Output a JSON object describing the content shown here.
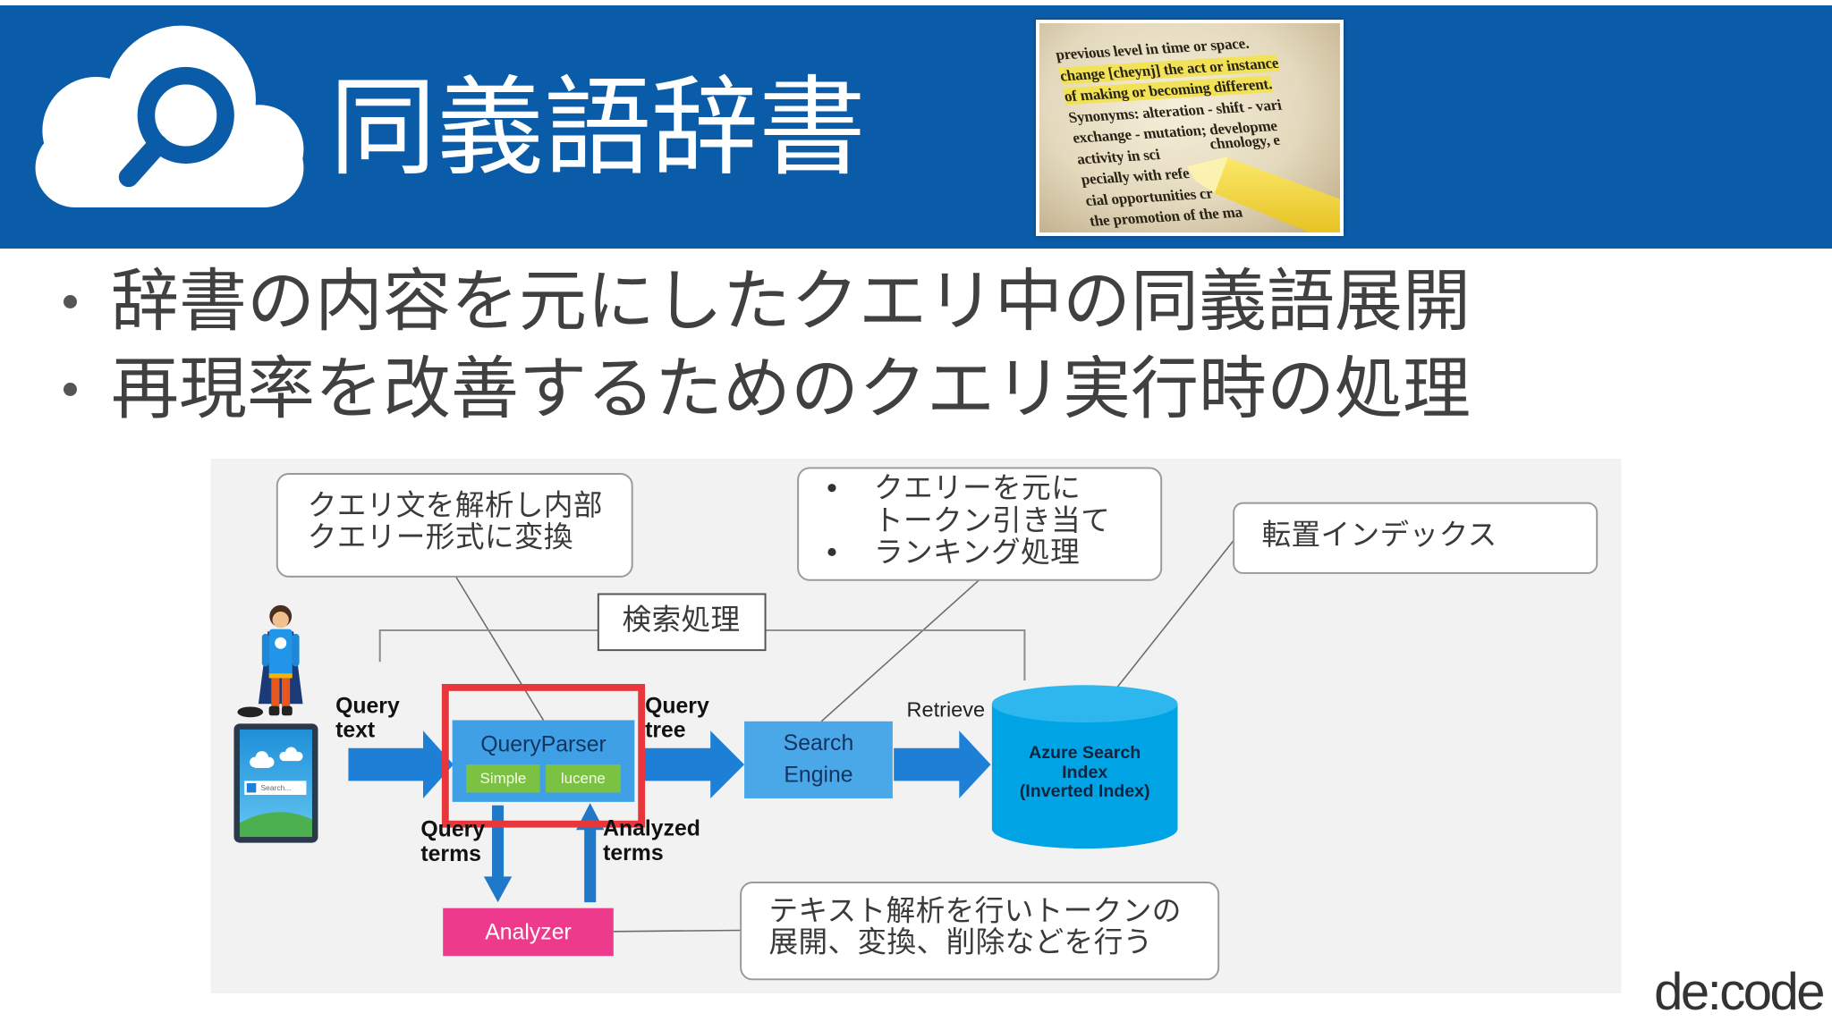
{
  "slide": {
    "title": "同義語辞書",
    "bullets": [
      "辞書の内容を元にしたクエリ中の同義語展開",
      "再現率を改善するためのクエリ実行時の処理"
    ],
    "logo": "de:code"
  },
  "header_photo": {
    "lines": [
      {
        "text": "previous level in time or space."
      },
      {
        "text": "change [cheynj] the act or instance",
        "highlighted": true
      },
      {
        "text": "of making or becoming different.",
        "highlighted": true
      },
      {
        "text": "Synonyms: alteration - shift - vari"
      },
      {
        "text": "exchange - mutation; developme"
      },
      {
        "text": "activity in sci",
        "tail": "chnology, e"
      },
      {
        "text": "pecially with refe"
      },
      {
        "text": "cial opportunities cr"
      },
      {
        "text": "the promotion of the ma"
      }
    ]
  },
  "diagram": {
    "parser_callout": [
      "クエリ文を解析し内部",
      "クエリー形式に変換"
    ],
    "engine_callout": [
      [
        "クエリーを元に",
        "トークン引き当て"
      ],
      [
        "ランキング処理"
      ]
    ],
    "index_callout": "転置インデックス",
    "analyzer_callout": [
      "テキスト解析を行いトークンの",
      "展開、変換、削除などを行う"
    ],
    "search_processing_label": "検索処理",
    "query_text_label": [
      "Query",
      "text"
    ],
    "query_tree_label": [
      "Query",
      "tree"
    ],
    "query_terms_label": [
      "Query",
      "terms"
    ],
    "analyzed_terms_label": [
      "Analyzed",
      "terms"
    ],
    "retrieve_label": "Retrieve",
    "query_parser": {
      "title": "QueryParser",
      "modes": [
        "Simple",
        "lucene"
      ]
    },
    "search_engine": [
      "Search",
      "Engine"
    ],
    "index": [
      "Azure Search",
      "Index",
      "(Inverted Index)"
    ],
    "analyzer": "Analyzer",
    "device_search_placeholder": "Search..."
  },
  "icons": {
    "header": "cloud-search-icon",
    "user": "superhero-user-icon",
    "device": "tablet-icon",
    "photo": "dictionary-highlighter-photo"
  },
  "colors": {
    "header_blue": "#0b5ca8",
    "focus_red": "#e8373b",
    "parser_blue": "#3fa0e6",
    "mode_green": "#7cc242",
    "analyzer_pink": "#ee3a8c",
    "index_cyan": "#00a3e3",
    "arrow_blue": "#1d7fd6"
  }
}
